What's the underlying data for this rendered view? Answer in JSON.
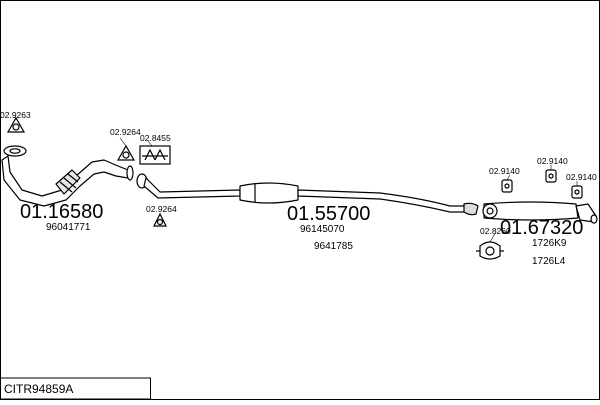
{
  "diagram": {
    "code": "CITR94859A",
    "parts": {
      "front_pipe": {
        "number": "01.16580",
        "oem": "96041771"
      },
      "middle_silencer": {
        "number": "01.55700",
        "oem_1": "96145070",
        "oem_2": "9641785"
      },
      "rear_silencer": {
        "number": "01.67320",
        "oem_1": "1726K9",
        "oem_2": "1726L4"
      }
    },
    "accessories": {
      "gasket_front": "02.9263",
      "gasket_flange": "02.9264",
      "gasket_flange_lower": "02.9264",
      "clamp_kit": "02.8455",
      "hanger_1": "02.9140",
      "hanger_2": "02.9140",
      "hanger_3": "02.9140",
      "rear_mount": "02.8260"
    }
  }
}
